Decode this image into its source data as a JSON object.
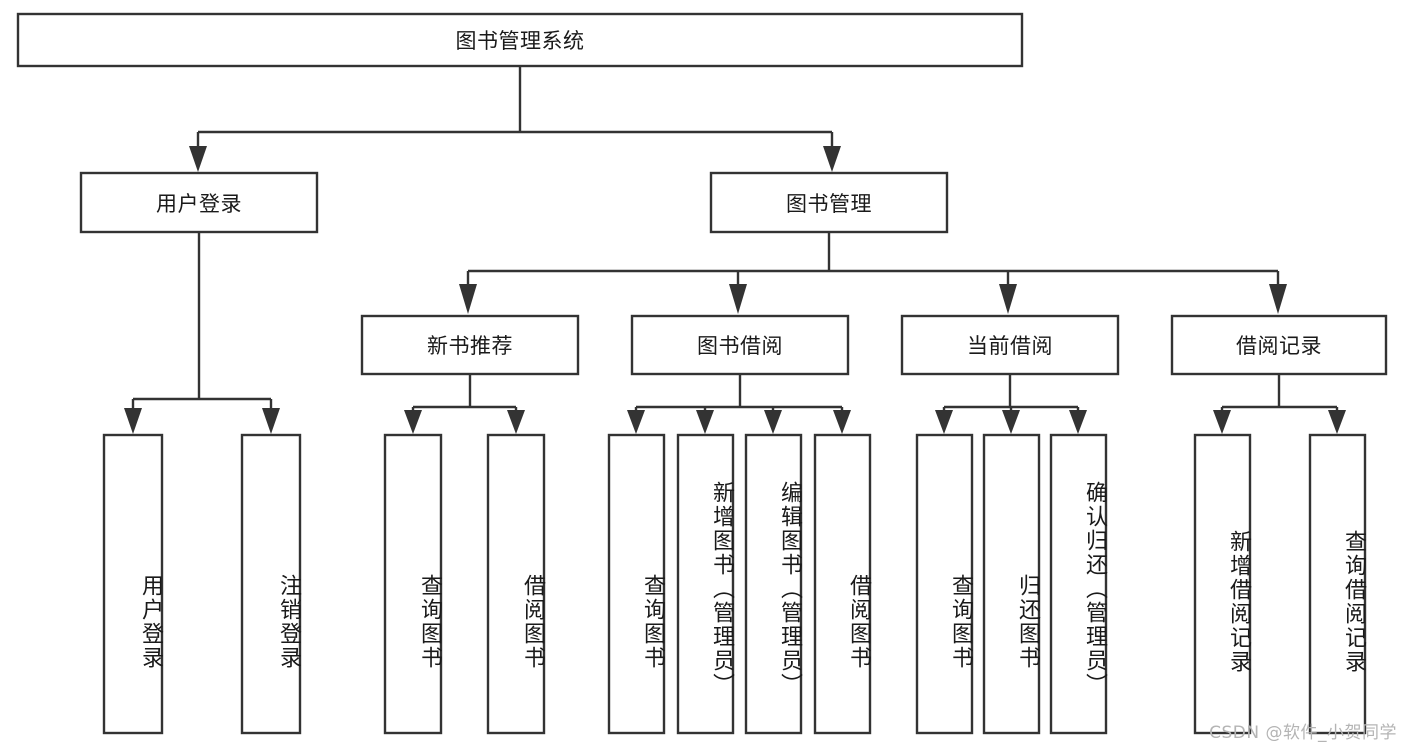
{
  "diagram": {
    "title": "图书管理系统",
    "type": "tree",
    "watermark": "CSDN @软件_小贺同学",
    "colors": {
      "box_stroke": "#333333",
      "box_fill": "#ffffff",
      "connector": "#333333",
      "text": "#1a1a1a",
      "watermark": "#b4b4b4",
      "background": "#ffffff"
    },
    "root": {
      "id": "root",
      "label": "图书管理系统"
    },
    "level2": [
      {
        "id": "user-login",
        "label": "用户登录"
      },
      {
        "id": "book-management",
        "label": "图书管理"
      }
    ],
    "level3": [
      {
        "id": "new-book-recommend",
        "label": "新书推荐",
        "parent": "book-management"
      },
      {
        "id": "book-borrow",
        "label": "图书借阅",
        "parent": "book-management"
      },
      {
        "id": "current-borrow",
        "label": "当前借阅",
        "parent": "book-management"
      },
      {
        "id": "borrow-record",
        "label": "借阅记录",
        "parent": "book-management"
      }
    ],
    "leaves": {
      "user-login": [
        {
          "id": "leaf-user-login",
          "label": "用户登录"
        },
        {
          "id": "leaf-user-logout",
          "label": "注销登录"
        }
      ],
      "new-book-recommend": [
        {
          "id": "leaf-query-book-1",
          "label": "查询图书"
        },
        {
          "id": "leaf-borrow-book-1",
          "label": "借阅图书"
        }
      ],
      "book-borrow": [
        {
          "id": "leaf-query-book-2",
          "label": "查询图书"
        },
        {
          "id": "leaf-add-book",
          "label": "新增图书（管理员）"
        },
        {
          "id": "leaf-edit-book",
          "label": "编辑图书（管理员）"
        },
        {
          "id": "leaf-borrow-book-2",
          "label": "借阅图书"
        }
      ],
      "current-borrow": [
        {
          "id": "leaf-query-book-3",
          "label": "查询图书"
        },
        {
          "id": "leaf-return-book",
          "label": "归还图书"
        },
        {
          "id": "leaf-confirm-return",
          "label": "确认归还（管理员）"
        }
      ],
      "borrow-record": [
        {
          "id": "leaf-add-record",
          "label": "新增借阅记录"
        },
        {
          "id": "leaf-query-record",
          "label": "查询借阅记录"
        }
      ]
    }
  }
}
